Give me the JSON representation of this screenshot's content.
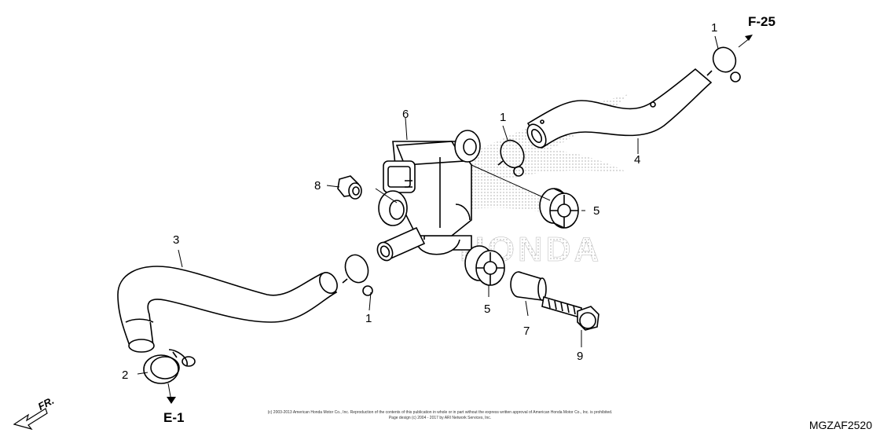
{
  "callouts": {
    "c1_top": "1",
    "c1_mid": "1",
    "c1_low": "1",
    "c2": "2",
    "c3": "3",
    "c4": "4",
    "c5_upper": "5",
    "c5_lower": "5",
    "c6": "6",
    "c7": "7",
    "c8": "8",
    "c9": "9"
  },
  "references": {
    "top_right": "F-25",
    "bottom_left": "E-1"
  },
  "front_label": "FR.",
  "watermark": "HONDA",
  "copyright": {
    "line1": "(c) 2003-2013 American Honda Motor Co., Inc. Reproduction of the contents of this publication in whole or in part without the express written approval of American Honda Motor Co., Inc. is prohibited.",
    "line2": "Page design (c) 2004 - 2017 by ARI Network Services, Inc."
  },
  "diagram_code": "MGZAF2520",
  "colors": {
    "line": "#000000",
    "watermark": "#9a9a9a",
    "fill": "#ffffff"
  }
}
